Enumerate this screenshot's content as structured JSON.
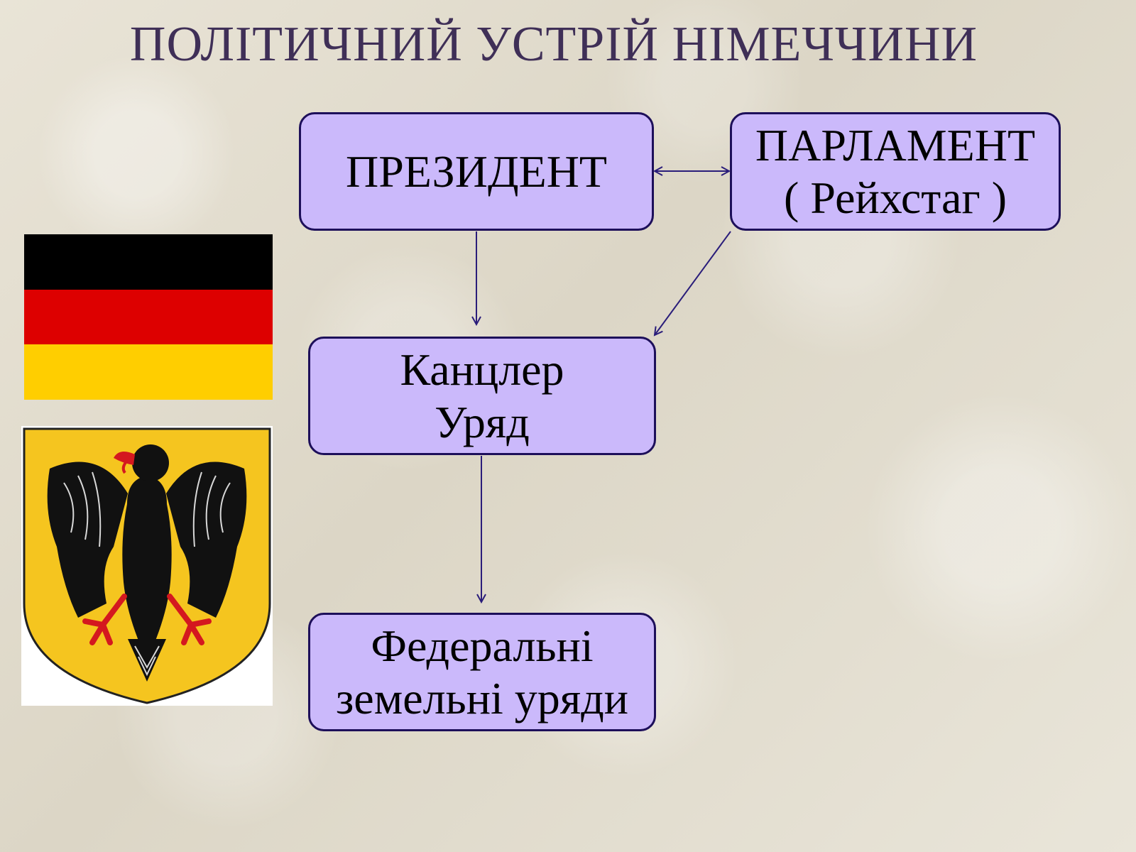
{
  "title": "ПОЛІТИЧНИЙ УСТРІЙ НІМЕЧЧИНИ",
  "colors": {
    "title": "#3f2f57",
    "box_fill": "#cbb9fb",
    "box_border": "#1d0f5a",
    "arrow": "#2a1d7a",
    "flag_black": "#000000",
    "flag_red": "#dd0000",
    "flag_gold": "#ffce00",
    "shield_gold": "#f5c51f",
    "eagle_red": "#d4181f"
  },
  "diagram": {
    "president": {
      "lines": [
        "ПРЕЗИДЕНТ"
      ]
    },
    "parliament": {
      "lines": [
        "ПАРЛАМЕНТ",
        "( Рейхстаг )"
      ]
    },
    "chancellor": {
      "lines": [
        "Канцлер",
        "Уряд"
      ]
    },
    "federal": {
      "lines": [
        "Федеральні",
        "земельні уряди"
      ]
    },
    "edges": [
      {
        "from": "president",
        "to": "parliament",
        "type": "bidirectional"
      },
      {
        "from": "president",
        "to": "chancellor",
        "type": "arrow"
      },
      {
        "from": "parliament",
        "to": "chancellor",
        "type": "arrow"
      },
      {
        "from": "chancellor",
        "to": "federal",
        "type": "arrow"
      }
    ]
  },
  "images": {
    "flag": "flag-of-germany",
    "coat_of_arms": "coat-of-arms-eagle"
  }
}
